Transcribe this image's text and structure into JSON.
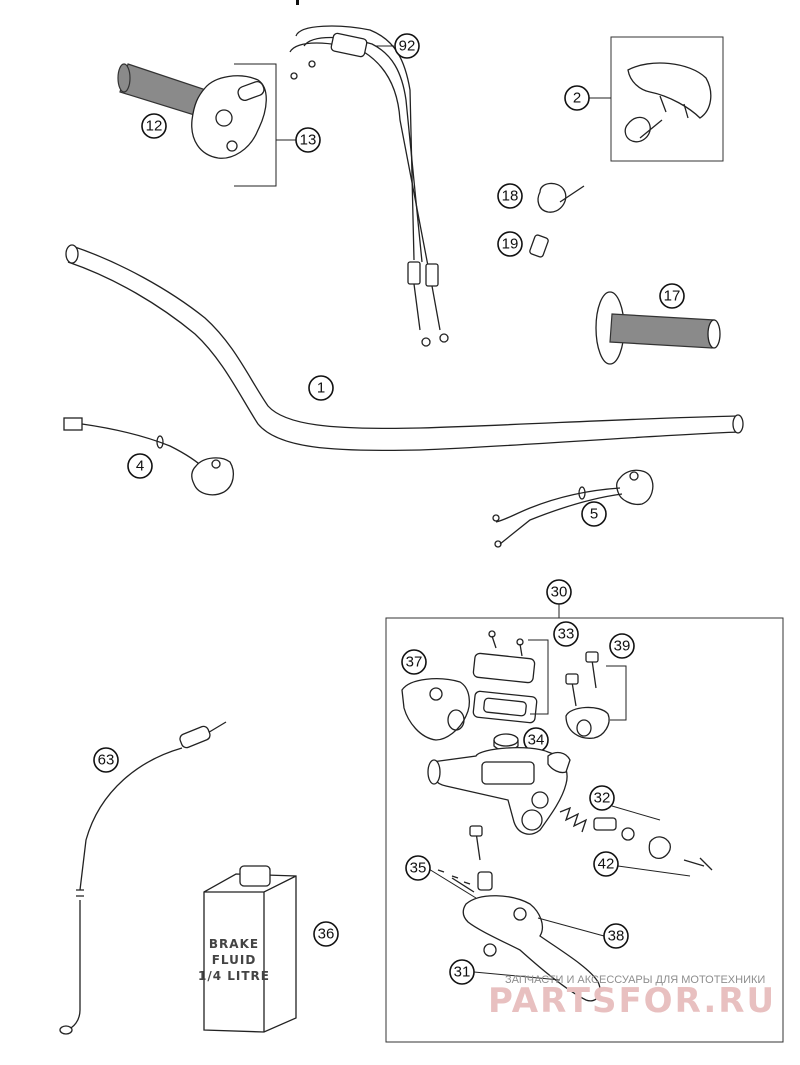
{
  "callouts": {
    "c1": "1",
    "c2": "2",
    "c4": "4",
    "c5": "5",
    "c12": "12",
    "c13": "13",
    "c17": "17",
    "c18": "18",
    "c19": "19",
    "c30": "30",
    "c31": "31",
    "c32": "32",
    "c33": "33",
    "c34": "34",
    "c35": "35",
    "c36": "36",
    "c37": "37",
    "c38": "38",
    "c39": "39",
    "c42": "42",
    "c63": "63",
    "c92": "92"
  },
  "bottle_label": [
    "BRAKE",
    "FLUID",
    "1/4 LITRE"
  ],
  "watermark": {
    "tagline": "ЗАПЧАСТИ И АКСЕССУАРЫ ДЛЯ МОТОТЕХНИКИ",
    "brand": "PARTSFOR.RU"
  },
  "colors": {
    "grip": "#8a8a8a",
    "watermark": "#e8c0c0",
    "line": "#222222"
  }
}
